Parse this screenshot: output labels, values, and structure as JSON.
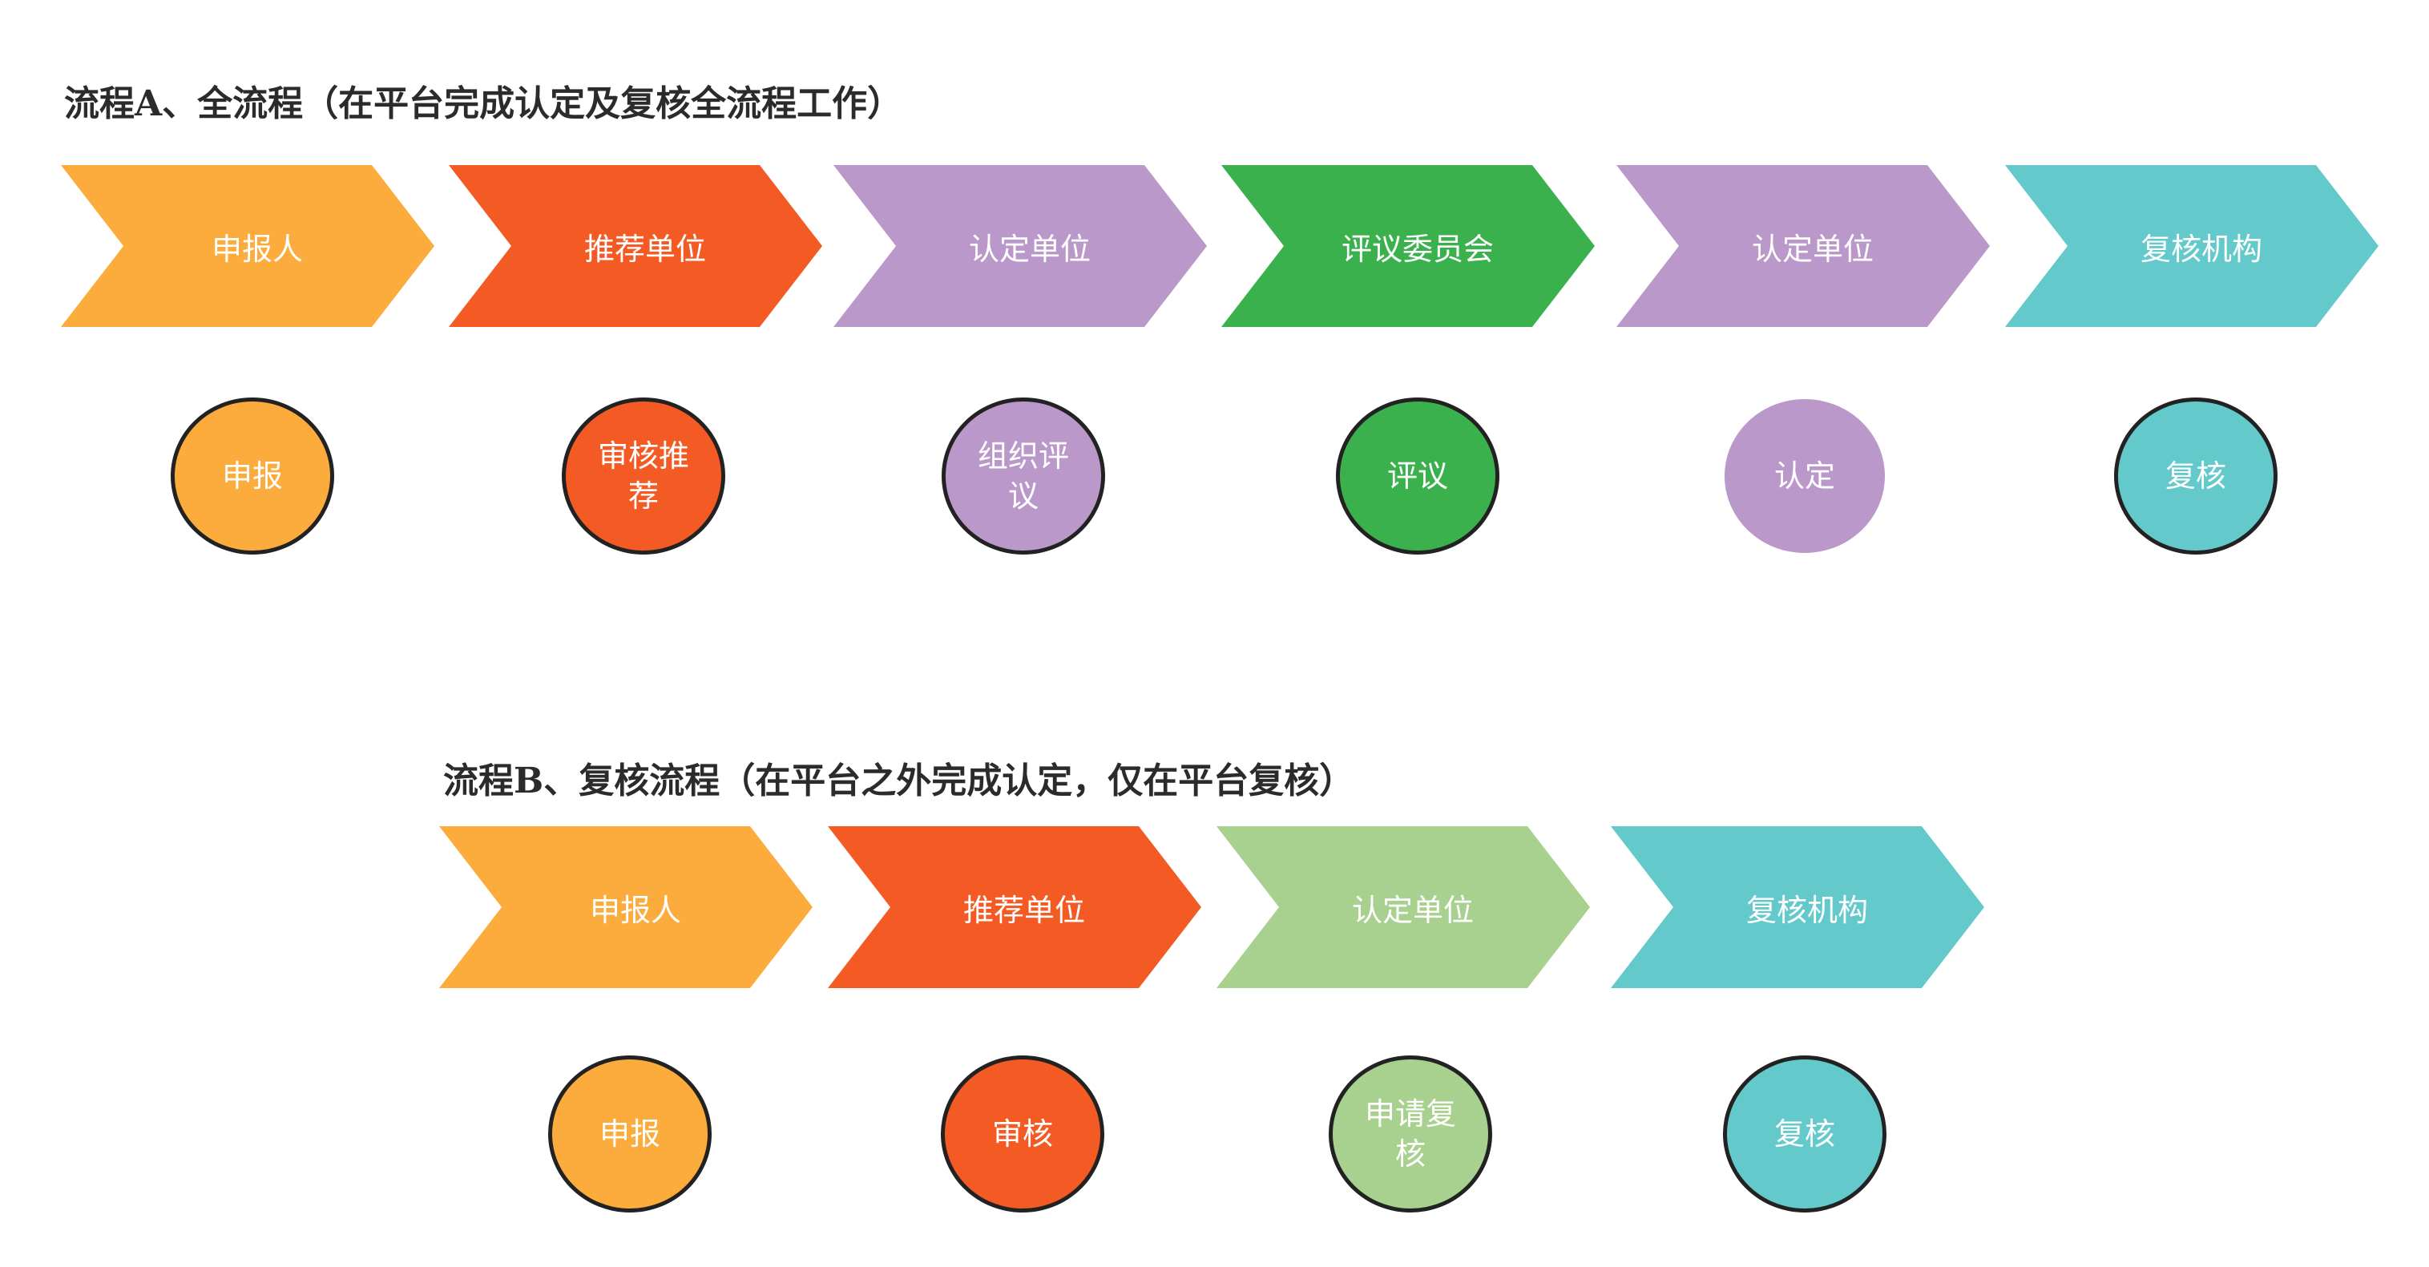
{
  "colors": {
    "orange": "#FBAC3C",
    "red_orange": "#F45A23",
    "lavender": "#BB98CA",
    "green": "#3AB14D",
    "light_green": "#A8D08E",
    "teal": "#63C9CB",
    "outline": "#222222",
    "title_text": "#2b2b2b"
  },
  "flow_a": {
    "title": "流程A、全流程（在平台完成认定及复核全流程工作）",
    "steps": [
      {
        "role": "申报人",
        "action": "申报",
        "color": "#FBAC3C"
      },
      {
        "role": "推荐单位",
        "action": "审核推荐",
        "color": "#F45A23"
      },
      {
        "role": "认定单位",
        "action": "组织评议",
        "color": "#BB98CA"
      },
      {
        "role": "评议委员会",
        "action": "评议",
        "color": "#3AB14D"
      },
      {
        "role": "认定单位",
        "action": "认定",
        "color": "#BB98CA"
      },
      {
        "role": "复核机构",
        "action": "复核",
        "color": "#63C9CB"
      }
    ]
  },
  "flow_b": {
    "title": "流程B、复核流程（在平台之外完成认定，仅在平台复核）",
    "steps": [
      {
        "role": "申报人",
        "action": "申报",
        "color": "#FBAC3C"
      },
      {
        "role": "推荐单位",
        "action": "审核",
        "color": "#F45A23"
      },
      {
        "role": "认定单位",
        "action": "申请复核",
        "color": "#A8D08E"
      },
      {
        "role": "复核机构",
        "action": "复核",
        "color": "#63C9CB"
      }
    ]
  }
}
